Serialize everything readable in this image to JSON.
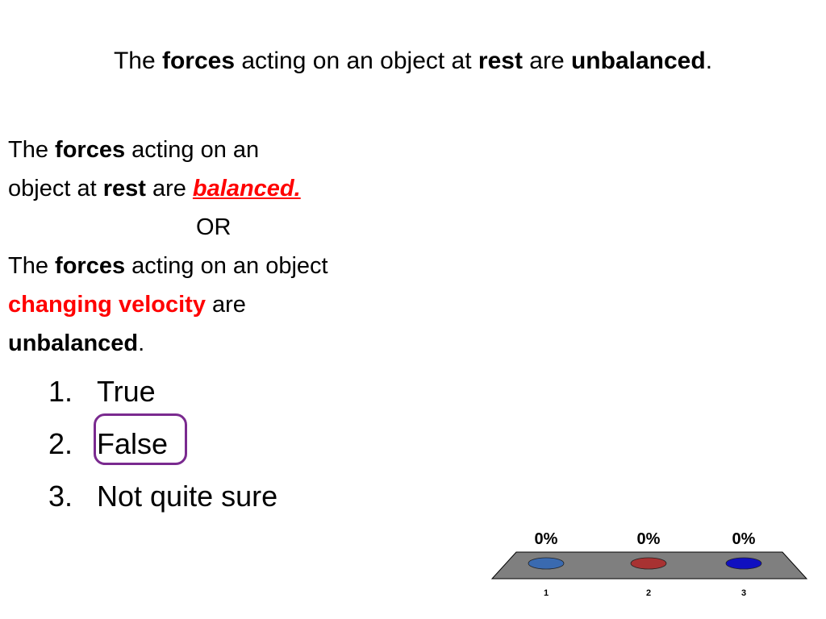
{
  "title": {
    "part1": "The ",
    "forces": "forces",
    "part2": " acting on an object at ",
    "rest": "rest",
    "part3": " are ",
    "unbalanced": "unbalanced",
    "period": "."
  },
  "statement": {
    "l1_a": "The ",
    "l1_forces": "forces",
    "l1_b": " acting on an",
    "l2_a": "object at ",
    "l2_rest": "rest",
    "l2_b": " are ",
    "l2_balanced": "balanced.",
    "or": "OR",
    "l4_a": "The ",
    "l4_forces": "forces",
    "l4_b": " acting on an object",
    "l5_changing": "changing velocity",
    "l5_b": " are",
    "l6_unbalanced": "unbalanced",
    "l6_period": "."
  },
  "answers": [
    {
      "num": "1.",
      "label": "True"
    },
    {
      "num": "2.",
      "label": "False"
    },
    {
      "num": "3.",
      "label": "Not quite sure"
    }
  ],
  "chart_data": {
    "type": "bar",
    "categories": [
      "1",
      "2",
      "3"
    ],
    "values": [
      0,
      0,
      0
    ],
    "value_labels": [
      "0%",
      "0%",
      "0%"
    ],
    "colors": [
      "#3a6ab0",
      "#a83232",
      "#1010c0"
    ],
    "platform_color": "#7f7f7f"
  }
}
